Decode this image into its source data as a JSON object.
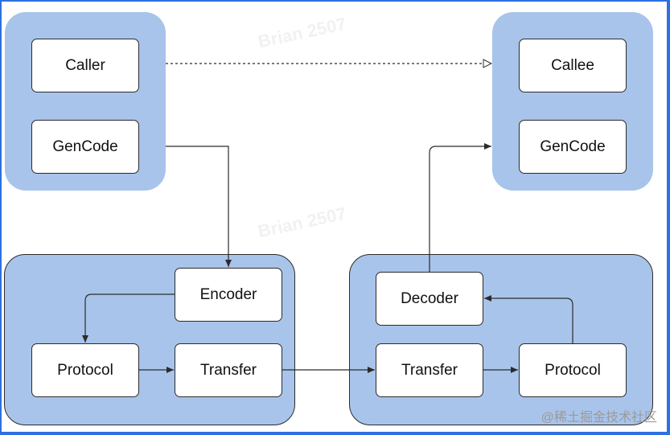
{
  "nodes": {
    "caller": "Caller",
    "caller_gencode": "GenCode",
    "callee": "Callee",
    "callee_gencode": "GenCode",
    "encoder": "Encoder",
    "protocol_left": "Protocol",
    "transfer_left": "Transfer",
    "decoder": "Decoder",
    "transfer_right": "Transfer",
    "protocol_right": "Protocol"
  },
  "footer": "@稀土掘金技术社区",
  "watermarks": [
    "Brian 2507",
    "Brian 2507",
    "Brian 2507",
    "Brian 2507"
  ],
  "colors": {
    "frame": "#2f6fe0",
    "group_fill": "#a9c4ea",
    "node_fill": "#ffffff",
    "stroke": "#2b2b2b"
  }
}
